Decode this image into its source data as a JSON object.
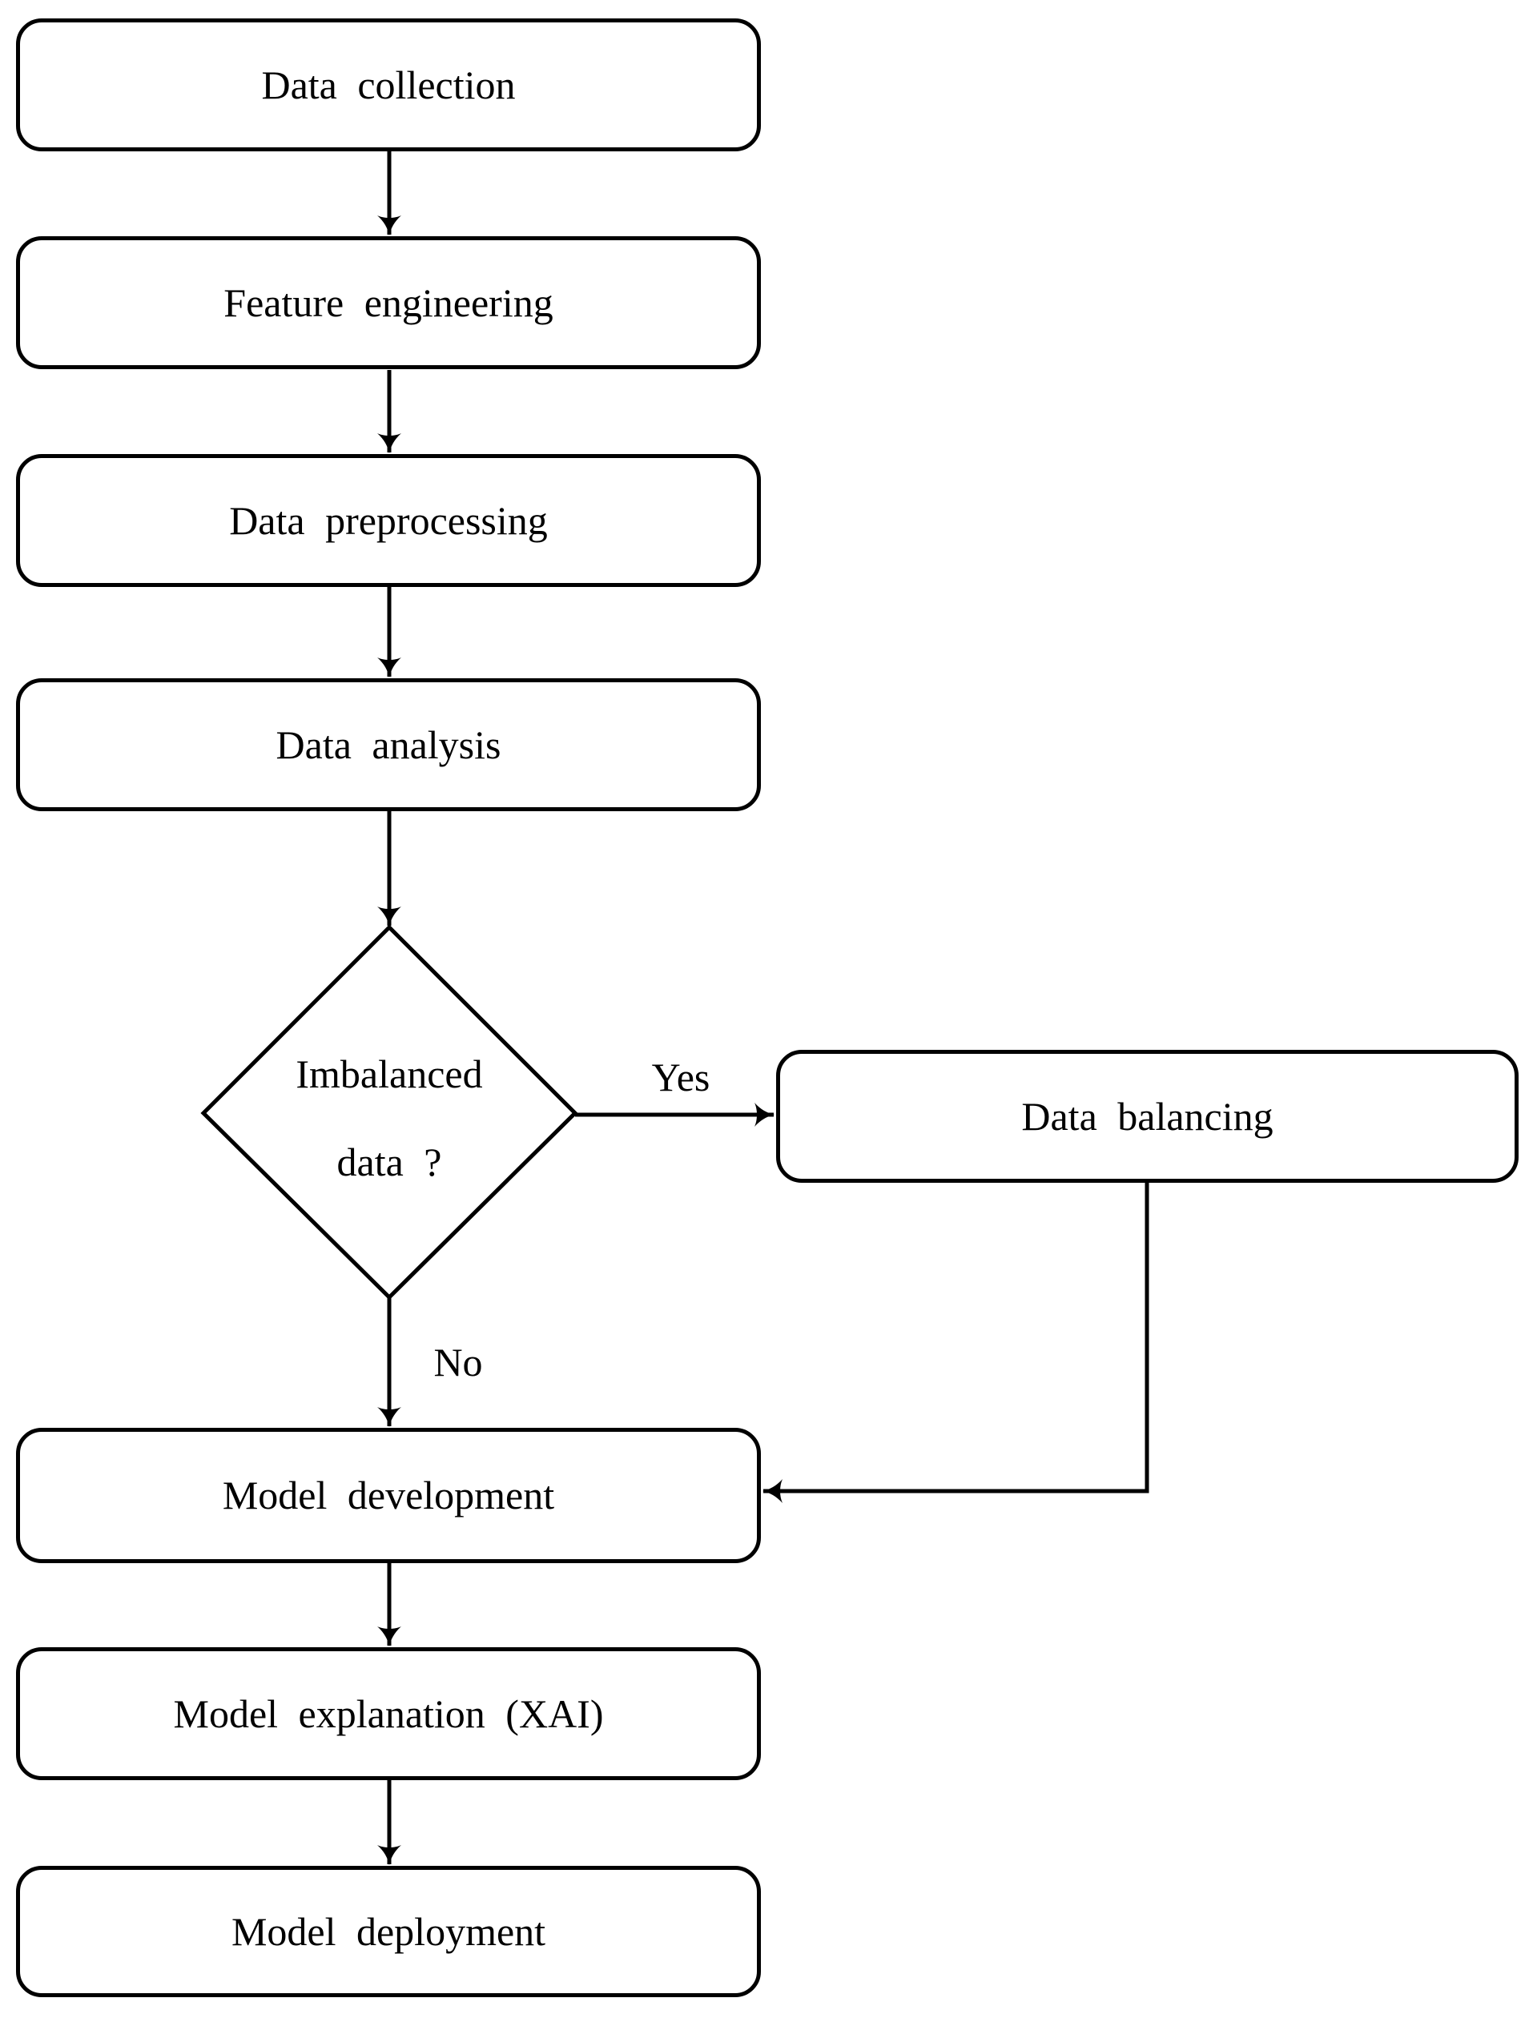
{
  "flowchart": {
    "background_color": "#ffffff",
    "stroke_color": "#000000",
    "nodes": {
      "data_collection": "Data collection",
      "feature_engineering": "Feature engineering",
      "data_preprocessing": "Data preprocessing",
      "data_analysis": "Data analysis",
      "decision_line1": "Imbalanced",
      "decision_line2": "data ?",
      "data_balancing": "Data balancing",
      "model_development": "Model development",
      "model_explanation": "Model explanation (XAI)",
      "model_deployment": "Model deployment"
    },
    "edge_labels": {
      "yes": "Yes",
      "no": "No"
    }
  }
}
